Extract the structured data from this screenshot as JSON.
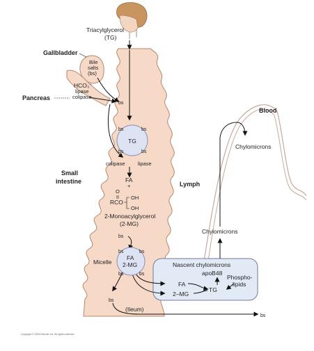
{
  "labels": {
    "tg_top_line1": "Triacylglycerol",
    "tg_top_line2": "(TG)",
    "gallbladder": "Gallbladder",
    "bile_line1": "Bile",
    "bile_line2": "salts",
    "bile_line3": "(bs)",
    "hco3": "HCO₃⁻",
    "lipase": "lipase",
    "colipase": "colipase",
    "pancreas": "Pancreas",
    "bs": "bs",
    "tg": "TG",
    "colipase_bottom": "colipase",
    "lipase_bottom": "lipase",
    "small_line1": "Small",
    "small_line2": "intestine",
    "fa": "FA",
    "plus": "+",
    "o": "O",
    "rco": "RCO",
    "oh": "OH",
    "mg_line1": "2-Monoacylglycerol",
    "mg_line2": "(2-MG)",
    "lymph": "Lymph",
    "blood": "Blood",
    "chylo_top": "Chylomicrons",
    "chylo_mid": "Chylomicrons",
    "micelle": "Micelle",
    "mg2": "2-MG",
    "nascent": "Nascent chylomicrons",
    "apob48": "apoB48",
    "phospho_line1": "Phospho-",
    "phospho_line2": "lipids",
    "two_mg": "2–MG",
    "ileum": "(Ileum)",
    "footer": "Copyright © 2005 Elsevier Inc. All rights reserved."
  },
  "colors": {
    "intestine_fill": "#f7d9c8",
    "intestine_stroke": "#b5866e",
    "circle_fill": "#dde3f3",
    "circle_stroke": "#8a92b4",
    "box_fill": "#e2eaf6",
    "box_stroke": "#6f7aa0",
    "blood_line": "#c9a79b",
    "arrow": "#111111",
    "hair": "#c9955e",
    "skin": "#f3d6bf"
  }
}
